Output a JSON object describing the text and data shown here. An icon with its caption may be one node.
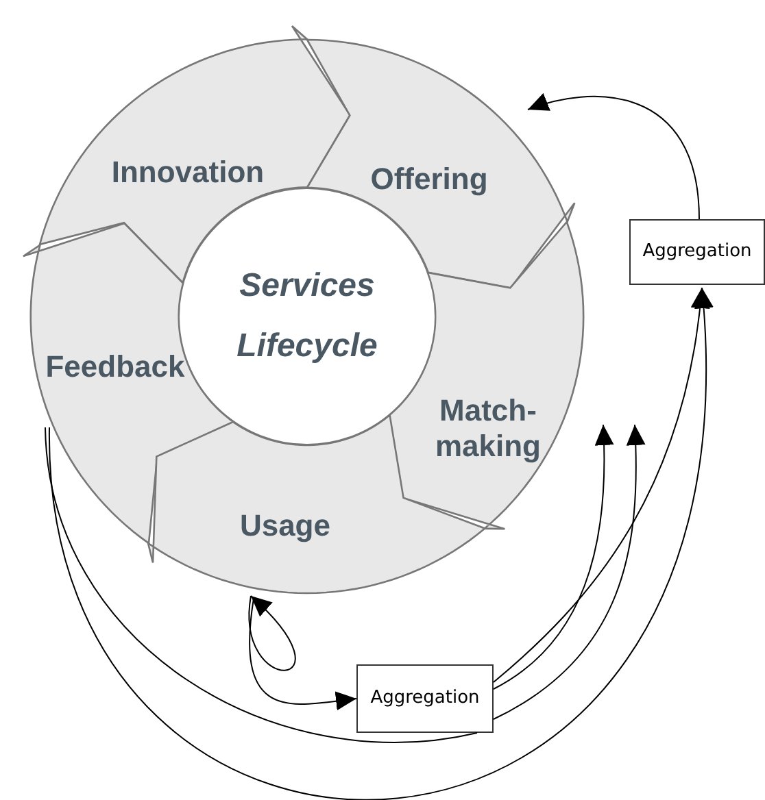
{
  "diagram": {
    "nodes": [
      {
        "text": [
          "Innovation"
        ]
      },
      {
        "text": [
          "Offering"
        ]
      },
      {
        "text": [
          "Services Lifecycle"
        ]
      },
      {
        "text": [
          "Aggregation"
        ]
      },
      {
        "text": [
          "Feedback"
        ]
      },
      {
        "text": [
          "Match-making"
        ]
      },
      {
        "text": [
          "Usage"
        ]
      },
      {
        "text": [
          "Aggregation"
        ]
      }
    ],
    "edges": [
      {
        "from": 3,
        "to": 1,
        "arrow": "to"
      },
      {
        "from": 4,
        "to": 3,
        "arrow": "to"
      },
      {
        "from": 4,
        "to": 7,
        "arrow": "none"
      },
      {
        "from": 6,
        "to": 6,
        "arrow": "to"
      },
      {
        "from": 6,
        "to": 7,
        "arrow": "to"
      },
      {
        "from": 7,
        "to": 5,
        "arrow": "to"
      },
      {
        "from": 7,
        "to": 5,
        "arrow": "to"
      },
      {
        "from": 7,
        "to": 3,
        "arrow": "to"
      }
    ]
  }
}
